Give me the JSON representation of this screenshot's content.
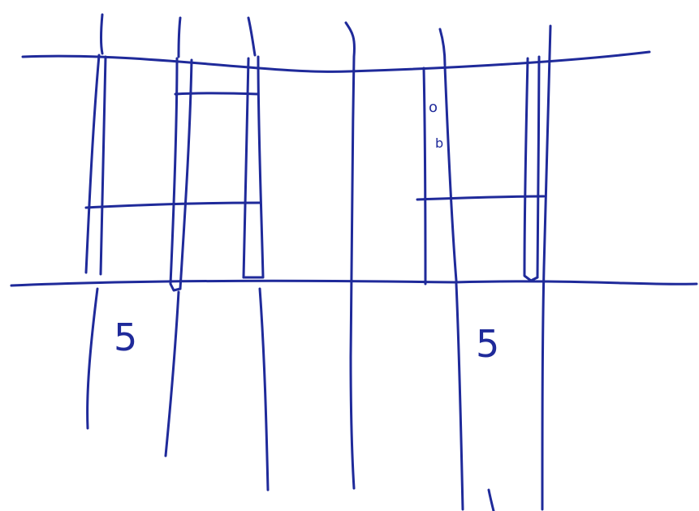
{
  "colors": {
    "ink": "#1f2a9a",
    "paper": "#ffffff"
  },
  "labels": {
    "left_digit": "5",
    "right_digit": "5",
    "small_o": "o",
    "small_b": "b"
  }
}
